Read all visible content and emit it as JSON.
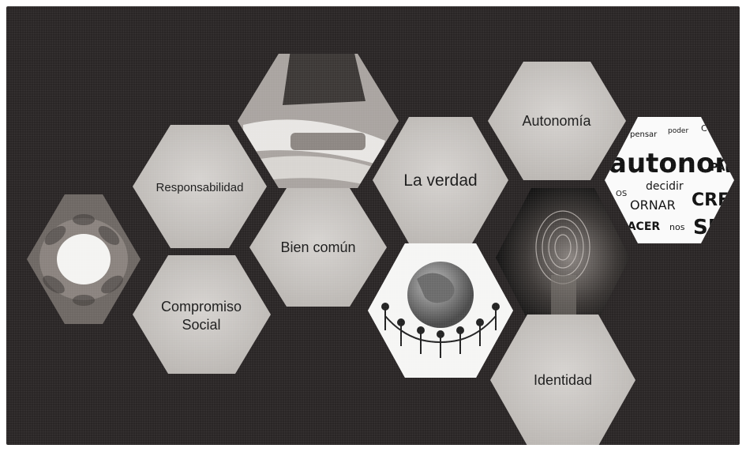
{
  "labels": {
    "responsabilidad": "Responsabilidad",
    "bien_comun": "Bien común",
    "la_verdad": "La verdad",
    "autonomia": "Autonomía",
    "compromiso_line1": "Compromiso",
    "compromiso_line2": "Social",
    "identidad": "Identidad"
  },
  "word_cloud": {
    "words": [
      "pensar",
      "poder",
      "CGS",
      "autonomia",
      "PARA",
      "decidir",
      "CREAR",
      "ORNAR",
      "HACER",
      "nos",
      "SER",
      "OS"
    ]
  },
  "colors": {
    "background": "#2a2626",
    "hex_fill": "#c9c6c3",
    "hex_text": "#1c1c1c"
  },
  "icons": {
    "hands_circle": "hands-circle-photo",
    "hands_giving": "hands-giving-photo",
    "globe_people": "globe-people-illustration",
    "fingerprint": "fingerprint-photo",
    "word_cloud": "word-cloud-image"
  }
}
